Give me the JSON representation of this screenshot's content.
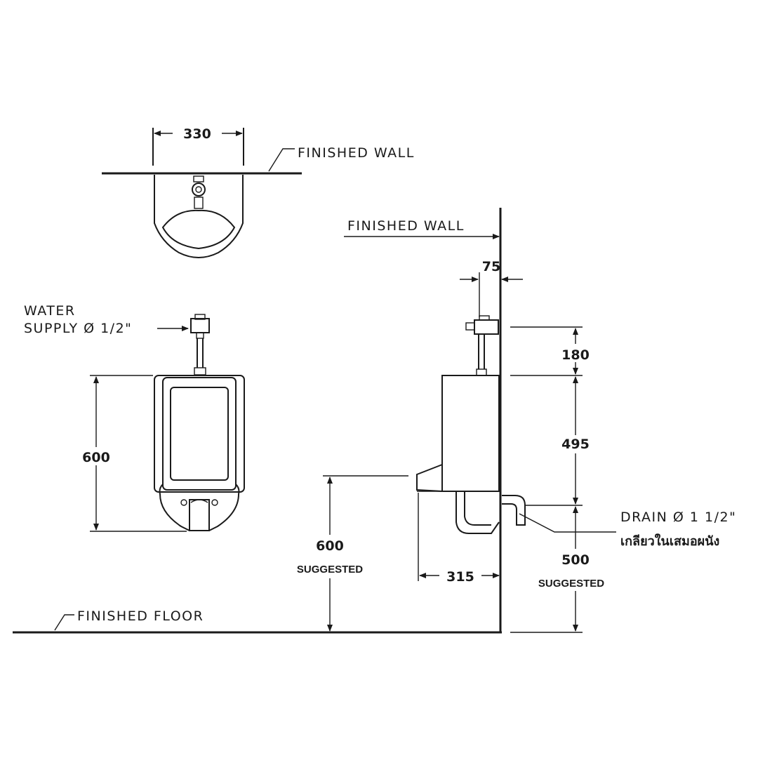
{
  "top_view": {
    "width_dim": "330",
    "wall_label": "FINISHED WALL"
  },
  "front_view": {
    "water_supply_line1": "WATER",
    "water_supply_line2": "SUPPLY Ø 1/2\"",
    "height_dim": "600"
  },
  "side_view": {
    "wall_label": "FINISHED WALL",
    "offset_dim": "75",
    "dim_180": "180",
    "dim_495": "495",
    "dim_600": "600",
    "suggested_left": "SUGGESTED",
    "dim_315": "315",
    "dim_500": "500",
    "suggested_right": "SUGGESTED",
    "drain_label": "DRAIN Ø 1 1/2\"",
    "drain_note_thai": "เกลียวในเสมอผนัง"
  },
  "floor_label": "FINISHED FLOOR",
  "colors": {
    "line": "#1a1a1a",
    "background": "#ffffff"
  }
}
